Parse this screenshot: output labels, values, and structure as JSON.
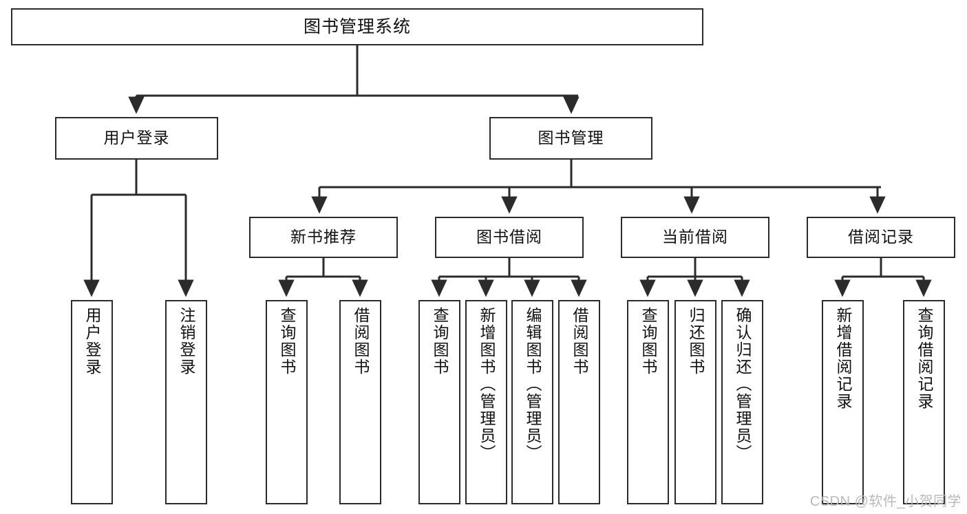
{
  "diagram": {
    "title": "图书管理系统",
    "type": "hierarchy-tree",
    "watermark": "CSDN @软件_小贺同学",
    "colors": {
      "background": "#ffffff",
      "box_border": "#2b2b2b",
      "edge": "#2b2b2b",
      "text": "#111111",
      "watermark": "#b9b9b9"
    },
    "root": {
      "label": "图书管理系统"
    },
    "level2": [
      {
        "label": "用户登录"
      },
      {
        "label": "图书管理"
      }
    ],
    "level3": [
      {
        "label": "新书推荐"
      },
      {
        "label": "图书借阅"
      },
      {
        "label": "当前借阅"
      },
      {
        "label": "借阅记录"
      }
    ],
    "leaves": {
      "user_login": [
        {
          "label": "用户登录"
        },
        {
          "label": "注销登录"
        }
      ],
      "new_book_recommend": [
        {
          "label": "查询图书"
        },
        {
          "label": "借阅图书"
        }
      ],
      "book_borrow": [
        {
          "label": "查询图书"
        },
        {
          "label": "新增图书（管理员）"
        },
        {
          "label": "编辑图书（管理员）"
        },
        {
          "label": "借阅图书"
        }
      ],
      "current_borrow": [
        {
          "label": "查询图书"
        },
        {
          "label": "归还图书"
        },
        {
          "label": "确认归还（管理员）"
        }
      ],
      "borrow_record": [
        {
          "label": "新增借阅记录"
        },
        {
          "label": "查询借阅记录"
        }
      ]
    }
  }
}
